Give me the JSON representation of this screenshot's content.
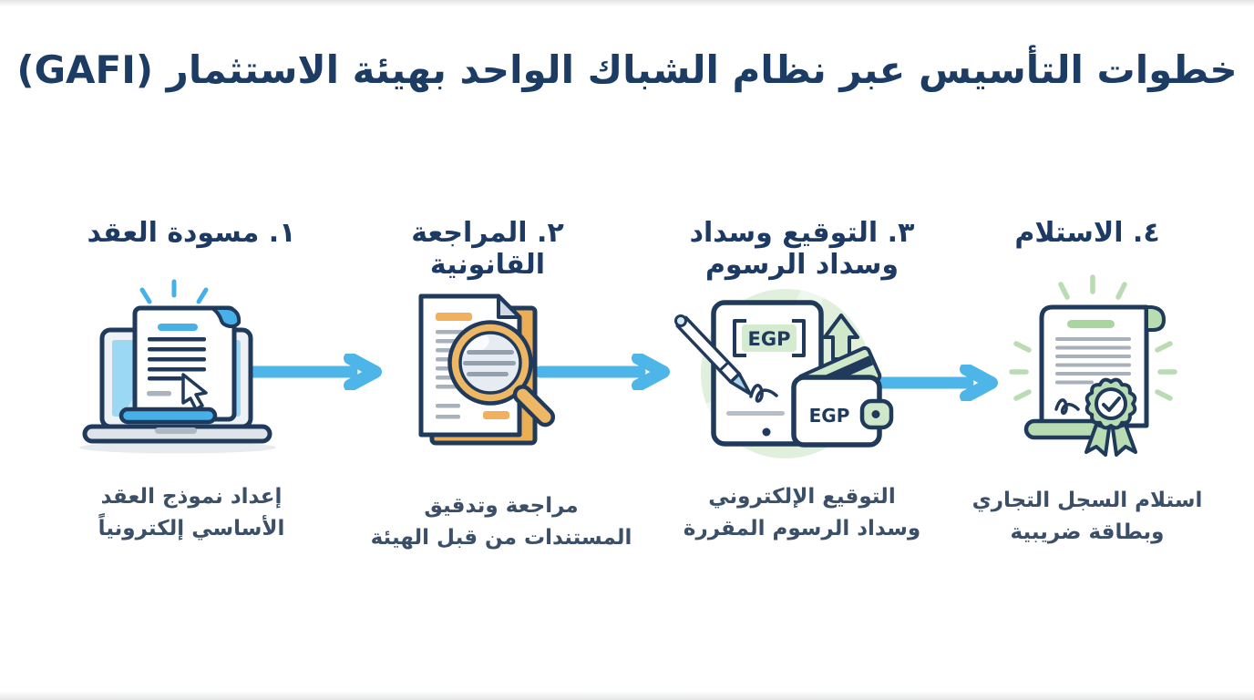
{
  "title": "خطوات التأسيس عبر نظام الشباك الواحد بهيئة الاستثمار (GAFI)",
  "steps": [
    {
      "heading": "١. مسودة العقد",
      "caption1": "إعداد نموذج العقد",
      "caption2": "الأساسي إلكترونياً",
      "icon": "laptop-contract-draft-icon"
    },
    {
      "heading": "٢. المراجعة القانونية",
      "caption1": "مراجعة وتدقيق",
      "caption2": "المستندات من قبل الهيئة",
      "icon": "document-magnifier-review-icon"
    },
    {
      "heading": "٣. التوقيع وسداد",
      "heading2": "وسداد الرسوم",
      "caption1": "التوقيع الإلكتروني",
      "caption2": "وسداد الرسوم المقررة",
      "icon": "tablet-esign-wallet-payment-icon",
      "currency_label": "EGP"
    },
    {
      "heading": "٤. الاستلام",
      "caption1": "استلام السجل التجاري",
      "caption2": "وبطاقة ضريبية",
      "icon": "certificate-ribbon-receipt-icon"
    }
  ],
  "colors": {
    "heading_navy": "#1c3a63",
    "caption_navy": "#3b5068",
    "outline_navy": "#203a5c",
    "arrow_blue": "#4eb5e8",
    "accent_blue": "#47b0e8",
    "laptop_screen_blue": "#9bd8f4",
    "accent_orange": "#eeb763",
    "accent_green": "#b9dcb2",
    "light_green_fill": "#d5ebcf",
    "light_green_bg": "#e1f0dc"
  }
}
